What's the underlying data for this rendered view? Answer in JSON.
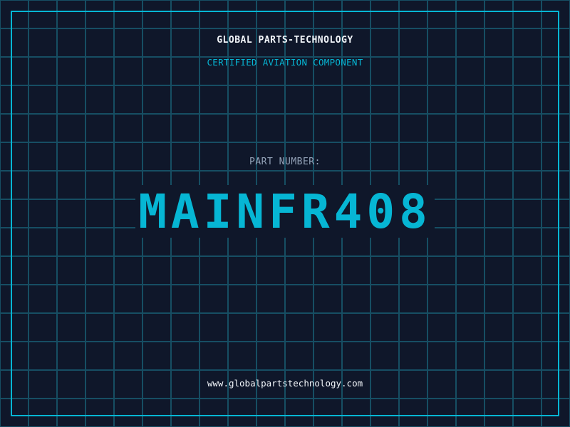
{
  "header": {
    "company": "GLOBAL PARTS-TECHNOLOGY",
    "subtitle": "CERTIFIED AVIATION COMPONENT"
  },
  "part": {
    "label": "PART NUMBER:",
    "number": "MAINFR408"
  },
  "footer": {
    "url": "www.globalpartstechnology.com"
  },
  "colors": {
    "background": "#0f172a",
    "accent": "#06b6d4",
    "grid": "#164e63"
  }
}
